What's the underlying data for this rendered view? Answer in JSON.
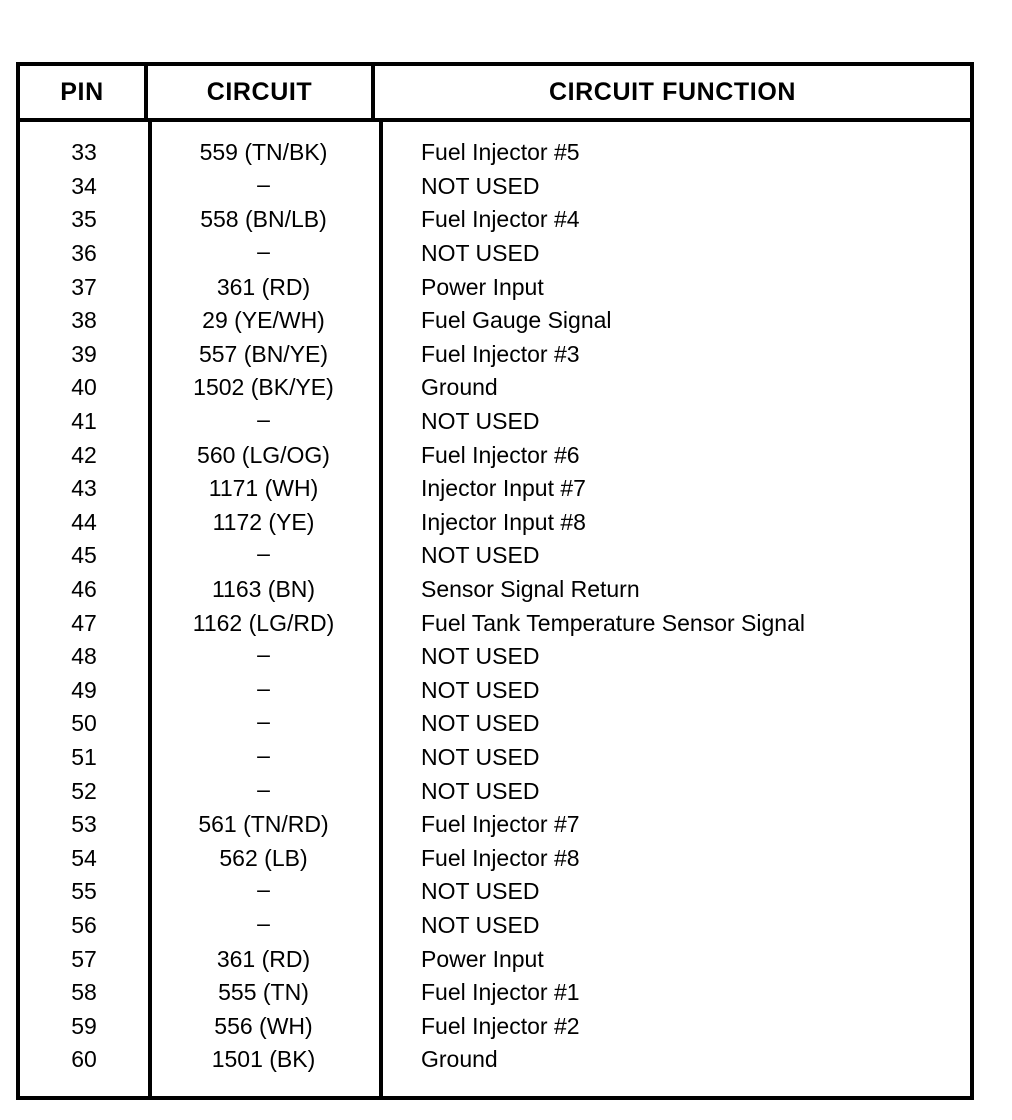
{
  "table": {
    "columns": [
      {
        "key": "pin",
        "label": "PIN"
      },
      {
        "key": "circuit",
        "label": "CIRCUIT"
      },
      {
        "key": "function",
        "label": "CIRCUIT FUNCTION"
      }
    ],
    "rows": [
      {
        "pin": "33",
        "circuit": "559 (TN/BK)",
        "function": "Fuel Injector #5"
      },
      {
        "pin": "34",
        "circuit": "–",
        "function": "NOT USED"
      },
      {
        "pin": "35",
        "circuit": "558 (BN/LB)",
        "function": "Fuel Injector #4"
      },
      {
        "pin": "36",
        "circuit": "–",
        "function": "NOT USED"
      },
      {
        "pin": "37",
        "circuit": "361 (RD)",
        "function": "Power Input"
      },
      {
        "pin": "38",
        "circuit": "29 (YE/WH)",
        "function": "Fuel Gauge Signal"
      },
      {
        "pin": "39",
        "circuit": "557 (BN/YE)",
        "function": "Fuel Injector #3"
      },
      {
        "pin": "40",
        "circuit": "1502 (BK/YE)",
        "function": "Ground"
      },
      {
        "pin": "41",
        "circuit": "–",
        "function": "NOT USED"
      },
      {
        "pin": "42",
        "circuit": "560 (LG/OG)",
        "function": "Fuel Injector #6"
      },
      {
        "pin": "43",
        "circuit": "1171 (WH)",
        "function": "Injector Input #7"
      },
      {
        "pin": "44",
        "circuit": "1172 (YE)",
        "function": "Injector Input #8"
      },
      {
        "pin": "45",
        "circuit": "–",
        "function": "NOT USED"
      },
      {
        "pin": "46",
        "circuit": "1163 (BN)",
        "function": "Sensor Signal Return"
      },
      {
        "pin": "47",
        "circuit": "1162 (LG/RD)",
        "function": "Fuel Tank Temperature Sensor Signal"
      },
      {
        "pin": "48",
        "circuit": "–",
        "function": "NOT USED"
      },
      {
        "pin": "49",
        "circuit": "–",
        "function": "NOT USED"
      },
      {
        "pin": "50",
        "circuit": "–",
        "function": "NOT USED"
      },
      {
        "pin": "51",
        "circuit": "–",
        "function": "NOT USED"
      },
      {
        "pin": "52",
        "circuit": "–",
        "function": "NOT USED"
      },
      {
        "pin": "53",
        "circuit": "561 (TN/RD)",
        "function": "Fuel Injector #7"
      },
      {
        "pin": "54",
        "circuit": "562 (LB)",
        "function": "Fuel Injector #8"
      },
      {
        "pin": "55",
        "circuit": "–",
        "function": "NOT USED"
      },
      {
        "pin": "56",
        "circuit": "–",
        "function": "NOT USED"
      },
      {
        "pin": "57",
        "circuit": "361 (RD)",
        "function": "Power Input"
      },
      {
        "pin": "58",
        "circuit": "555 (TN)",
        "function": "Fuel Injector #1"
      },
      {
        "pin": "59",
        "circuit": "556 (WH)",
        "function": "Fuel Injector #2"
      },
      {
        "pin": "60",
        "circuit": "1501 (BK)",
        "function": "Ground"
      }
    ]
  },
  "colors": {
    "ink": "#000000",
    "paper": "#ffffff"
  }
}
